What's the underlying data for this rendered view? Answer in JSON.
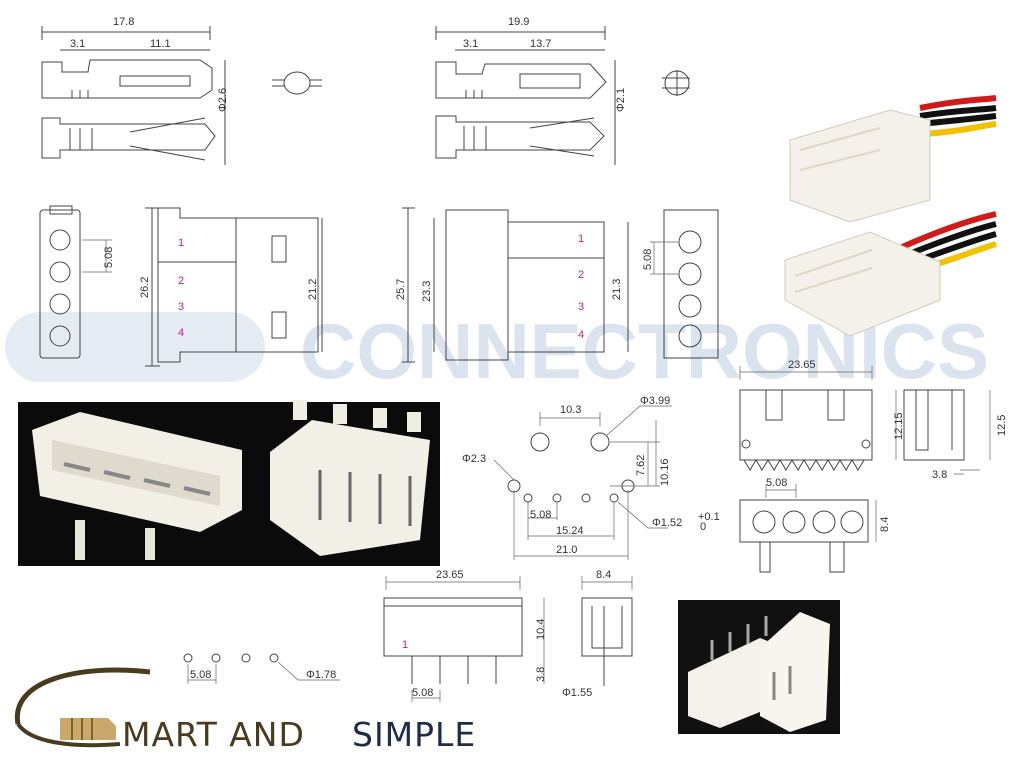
{
  "watermark": "CONNECTRONICS",
  "brand": {
    "part1": "MART AND",
    "part2": "SIMPLE",
    "mark": "S"
  },
  "pin_labels": [
    "1",
    "2",
    "3",
    "4"
  ],
  "dims": {
    "male_length": "17.8",
    "male_a": "3.1",
    "male_b": "11.1",
    "male_dia": "Φ2.6",
    "female_length": "19.9",
    "female_a": "3.1",
    "female_b": "13.7",
    "female_dia": "Φ2.1",
    "housing_pitch": "5.08",
    "housing_h1": "26.2",
    "housing_h2": "21.2",
    "housing2_h1": "25.7",
    "housing2_h2": "23.3",
    "housing2_h3": "21.3",
    "housing2_pitch": "5.08",
    "pcb_w": "10.3",
    "pcb_hole": "Φ3.99",
    "pcb_small": "Φ2.3",
    "pcb_v1": "7.62",
    "pcb_v2": "10.16",
    "pcb_p": "5.08",
    "pcb_span": "15.24",
    "pcb_total": "21.0",
    "pcb_pin": "Φ1.52",
    "pcb_tol_up": "+0.1",
    "pcb_tol_dn": "0",
    "hdr_w": "23.65",
    "hdr_h1": "12.15",
    "hdr_h2": "12.5",
    "hdr_d": "3.8",
    "hdr_pitch": "5.08",
    "hdr_depth": "8.4",
    "side_w": "23.65",
    "side_h": "10.4",
    "side_pin": "3.8",
    "side_pitch": "5.08",
    "end_w": "8.4",
    "end_pin": "Φ1.55",
    "row_pitch": "5.08",
    "row_pin": "Φ1.78"
  },
  "colors": {
    "cable_red": "#d11a1a",
    "cable_yellow": "#f2c200",
    "cable_black": "#111111",
    "housing": "#f3f1ea"
  }
}
